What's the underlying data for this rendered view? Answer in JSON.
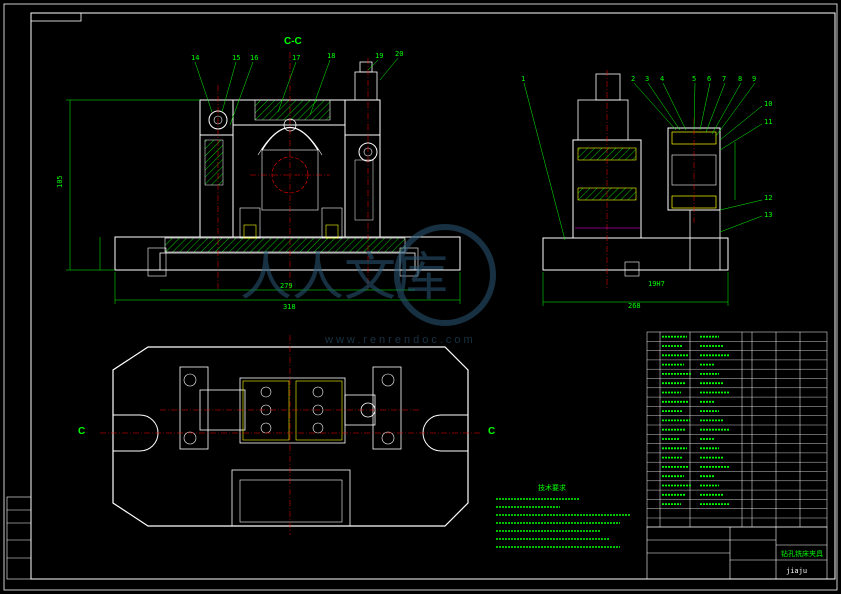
{
  "drawing": {
    "section_label": "C-C",
    "section_mark": "C",
    "part_numbers_front": [
      "14",
      "15",
      "16",
      "17",
      "18",
      "19",
      "20"
    ],
    "part_numbers_side": [
      "1",
      "2",
      "3",
      "4",
      "5",
      "6",
      "7",
      "8",
      "9",
      "10",
      "11",
      "12",
      "13"
    ],
    "dimensions": {
      "front_width_inner": "279",
      "front_width_outer": "318",
      "side_width": "268",
      "height": "105",
      "fit_note": "19H7"
    },
    "tech_requirements_title": "技术要求",
    "part_name": "钻孔铣床夹具",
    "drawing_code": "jiaju",
    "watermark_text": "人人文库",
    "watermark_url": "www.renrendoc.com"
  },
  "colors": {
    "background": "#000000",
    "lines": "#ffffff",
    "annotation": "#00ff00",
    "centerline": "#ff0000",
    "hidden": "#ffff00",
    "hatch": "#00ff00",
    "dimension": "#00ff00",
    "highlight": "#ff00ff"
  }
}
